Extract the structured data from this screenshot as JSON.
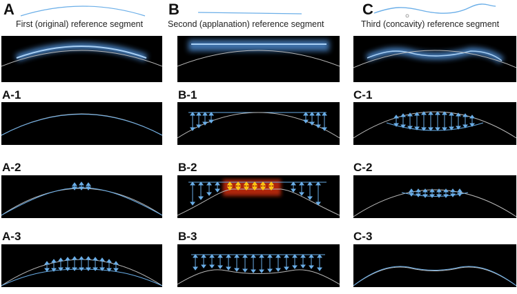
{
  "columns": [
    {
      "letter": "A",
      "caption": "First (original) reference segment"
    },
    {
      "letter": "B",
      "caption": "Second (applanation) reference segment"
    },
    {
      "letter": "C",
      "caption": "Third (concavity) reference segment"
    }
  ],
  "panel_labels": {
    "A1": "A-1",
    "A2": "A-2",
    "A3": "A-3",
    "B1": "B-1",
    "B2": "B-2",
    "B3": "B-3",
    "C1": "C-1",
    "C2": "C-2",
    "C3": "C-3"
  },
  "colors": {
    "panel_background": "#000000",
    "cornea": "#b8b8b8",
    "reference": "#6aaee8",
    "arrow": "#5b9bd5",
    "glow": "#4f8fd6",
    "hot": "#ff9a1a"
  }
}
